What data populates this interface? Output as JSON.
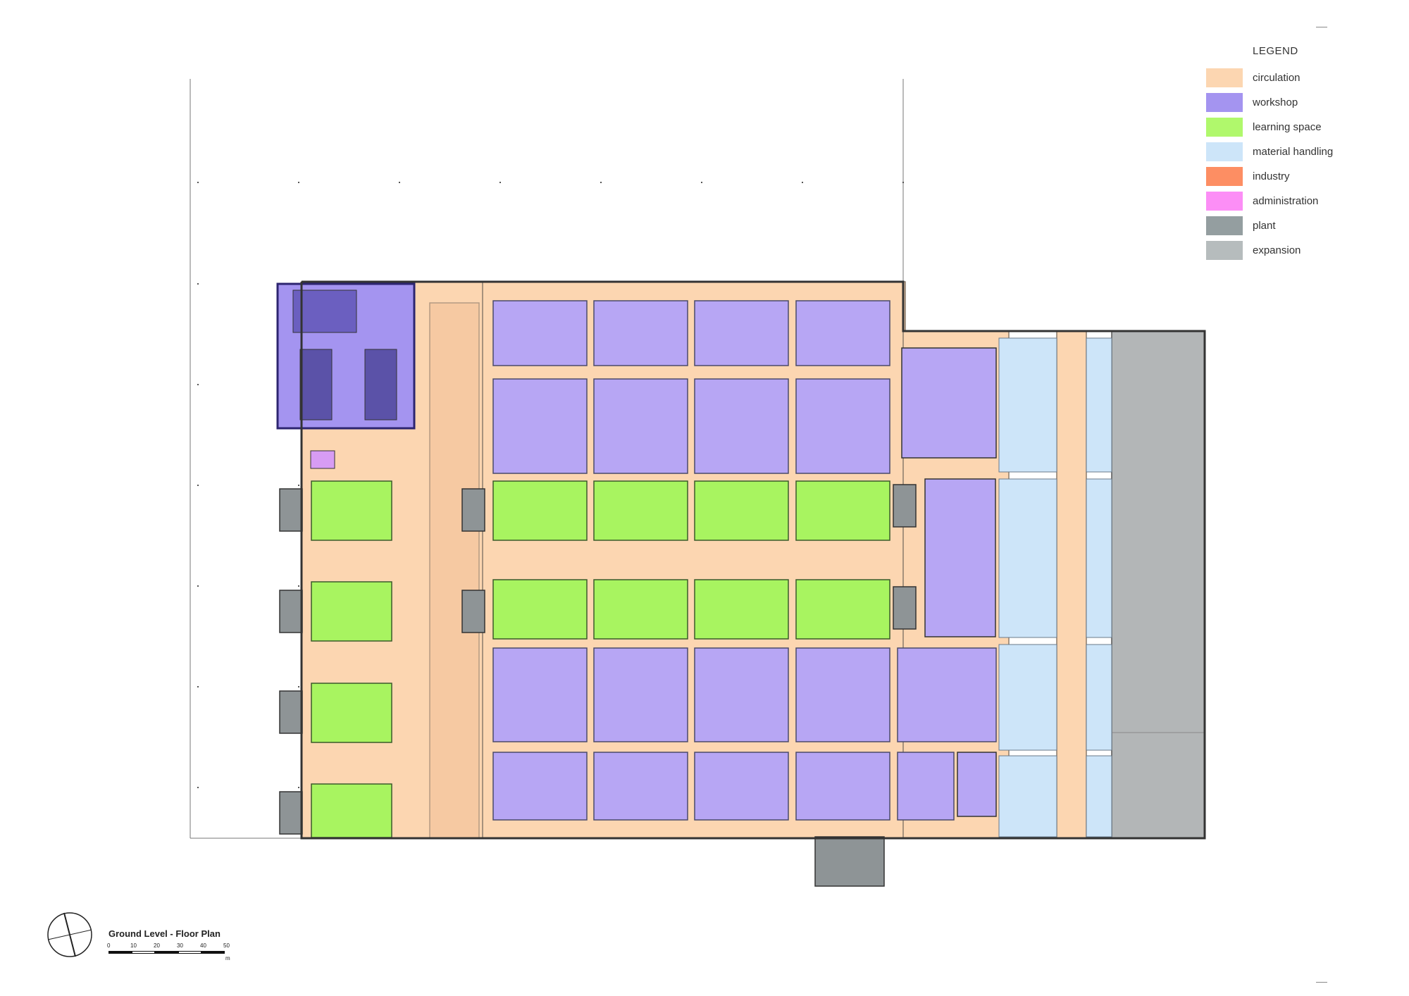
{
  "legend": {
    "title": "LEGEND",
    "items": [
      {
        "label": "circulation",
        "color": "#fcd6b1"
      },
      {
        "label": "workshop",
        "color": "#a494f0"
      },
      {
        "label": "learning space",
        "color": "#b0f86c"
      },
      {
        "label": "material handling",
        "color": "#cde5f9"
      },
      {
        "label": "industry",
        "color": "#fd8e63"
      },
      {
        "label": "administration",
        "color": "#fc8ef6"
      },
      {
        "label": "plant",
        "color": "#949ea0"
      },
      {
        "label": "expansion",
        "color": "#b6bcbd"
      }
    ]
  },
  "plan_title": "Ground Level - Floor Plan",
  "scale": {
    "ticks": [
      "0",
      "10",
      "20",
      "30",
      "40",
      "50"
    ],
    "unit": "m"
  },
  "colors": {
    "line": "#3a3a3a",
    "circulation": "#fcd6b1",
    "workshop": "#b7a6f4",
    "learning": "#a8f460",
    "material": "#cde5f9",
    "plant": "#8e9496",
    "expansion": "#b3b6b7",
    "admin": "#d79cf4"
  },
  "icons": {
    "north_arrow": "north-arrow-icon"
  }
}
